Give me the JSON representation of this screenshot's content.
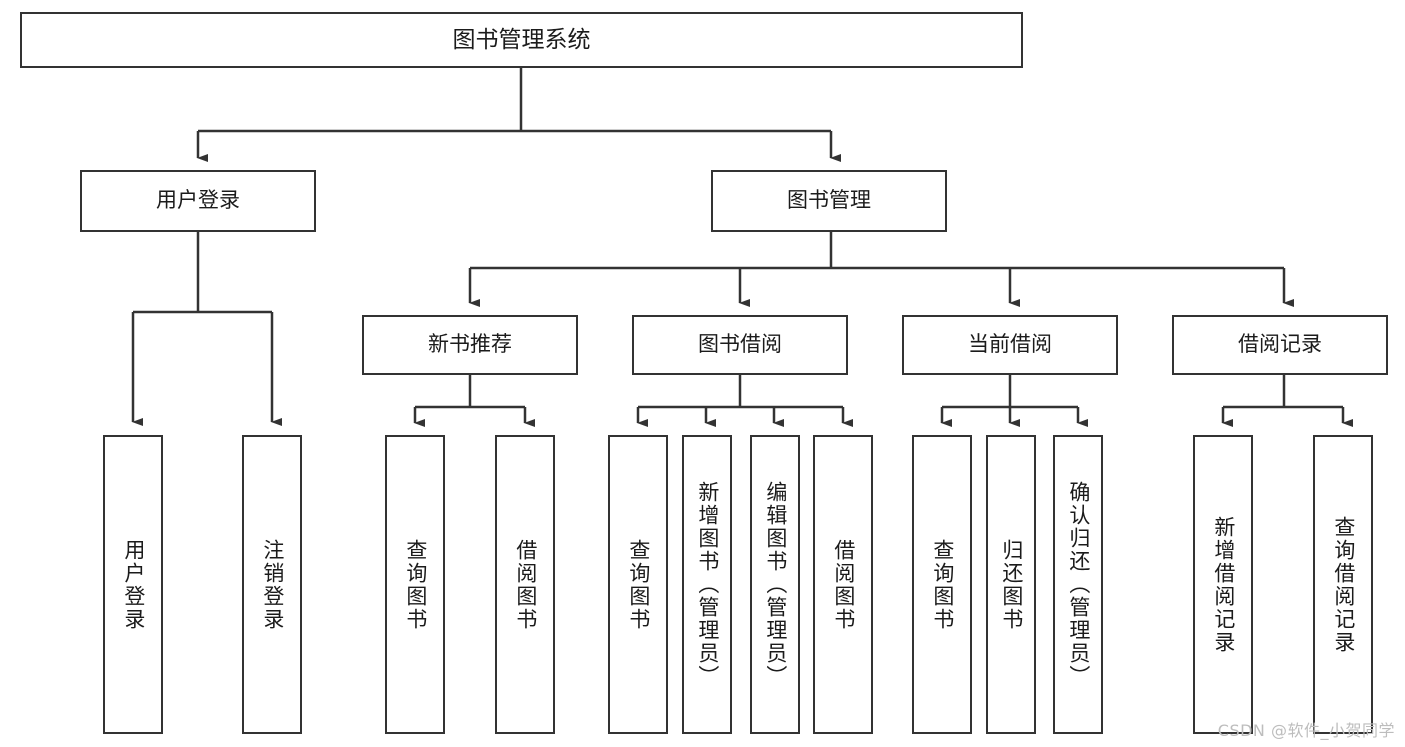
{
  "diagram": {
    "type": "tree-hierarchy",
    "title": "图书管理系统",
    "watermark": "CSDN @软件_小贺同学",
    "colors": {
      "box_border": "#333333",
      "box_fill": "#ffffff",
      "edge": "#333333",
      "text": "#1b1b1b",
      "watermark": "#bdbdbd"
    },
    "nodes": {
      "root": {
        "id": "root",
        "label": "图书管理系统",
        "level": 1,
        "orientation": "horizontal"
      },
      "user_login": {
        "id": "user_login",
        "label": "用户登录",
        "level": 2,
        "orientation": "horizontal"
      },
      "book_manage": {
        "id": "book_manage",
        "label": "图书管理",
        "level": 2,
        "orientation": "horizontal"
      },
      "new_book_rec": {
        "id": "new_book_rec",
        "label": "新书推荐",
        "level": 3,
        "orientation": "horizontal"
      },
      "book_borrow": {
        "id": "book_borrow",
        "label": "图书借阅",
        "level": 3,
        "orientation": "horizontal"
      },
      "current_borrow": {
        "id": "current_borrow",
        "label": "当前借阅",
        "level": 3,
        "orientation": "horizontal"
      },
      "borrow_record": {
        "id": "borrow_record",
        "label": "借阅记录",
        "level": 3,
        "orientation": "horizontal"
      },
      "leaf_user_login": {
        "id": "leaf_user_login",
        "label": "用户登录",
        "level": 4,
        "orientation": "vertical"
      },
      "leaf_logout": {
        "id": "leaf_logout",
        "label": "注销登录",
        "level": 4,
        "orientation": "vertical"
      },
      "leaf_query_book_1": {
        "id": "leaf_query_book_1",
        "label": "查询图书",
        "level": 4,
        "orientation": "vertical"
      },
      "leaf_borrow_book_1": {
        "id": "leaf_borrow_book_1",
        "label": "借阅图书",
        "level": 4,
        "orientation": "vertical"
      },
      "leaf_query_book_2": {
        "id": "leaf_query_book_2",
        "label": "查询图书",
        "level": 4,
        "orientation": "vertical"
      },
      "leaf_add_book": {
        "id": "leaf_add_book",
        "label": "新增图书（管理员）",
        "level": 4,
        "orientation": "vertical"
      },
      "leaf_edit_book": {
        "id": "leaf_edit_book",
        "label": "编辑图书（管理员）",
        "level": 4,
        "orientation": "vertical"
      },
      "leaf_borrow_book_2": {
        "id": "leaf_borrow_book_2",
        "label": "借阅图书",
        "level": 4,
        "orientation": "vertical"
      },
      "leaf_query_book_3": {
        "id": "leaf_query_book_3",
        "label": "查询图书",
        "level": 4,
        "orientation": "vertical"
      },
      "leaf_return_book": {
        "id": "leaf_return_book",
        "label": "归还图书",
        "level": 4,
        "orientation": "vertical"
      },
      "leaf_confirm_return": {
        "id": "leaf_confirm_return",
        "label": "确认归还（管理员）",
        "level": 4,
        "orientation": "vertical"
      },
      "leaf_add_record": {
        "id": "leaf_add_record",
        "label": "新增借阅记录",
        "level": 4,
        "orientation": "vertical"
      },
      "leaf_query_record": {
        "id": "leaf_query_record",
        "label": "查询借阅记录",
        "level": 4,
        "orientation": "vertical"
      }
    },
    "hierarchy": [
      {
        "label": "图书管理系统",
        "children": [
          {
            "label": "用户登录",
            "children": [
              {
                "label": "用户登录"
              },
              {
                "label": "注销登录"
              }
            ]
          },
          {
            "label": "图书管理",
            "children": [
              {
                "label": "新书推荐",
                "children": [
                  {
                    "label": "查询图书"
                  },
                  {
                    "label": "借阅图书"
                  }
                ]
              },
              {
                "label": "图书借阅",
                "children": [
                  {
                    "label": "查询图书"
                  },
                  {
                    "label": "新增图书（管理员）"
                  },
                  {
                    "label": "编辑图书（管理员）"
                  },
                  {
                    "label": "借阅图书"
                  }
                ]
              },
              {
                "label": "当前借阅",
                "children": [
                  {
                    "label": "查询图书"
                  },
                  {
                    "label": "归还图书"
                  },
                  {
                    "label": "确认归还（管理员）"
                  }
                ]
              },
              {
                "label": "借阅记录",
                "children": [
                  {
                    "label": "新增借阅记录"
                  },
                  {
                    "label": "查询借阅记录"
                  }
                ]
              }
            ]
          }
        ]
      }
    ]
  }
}
